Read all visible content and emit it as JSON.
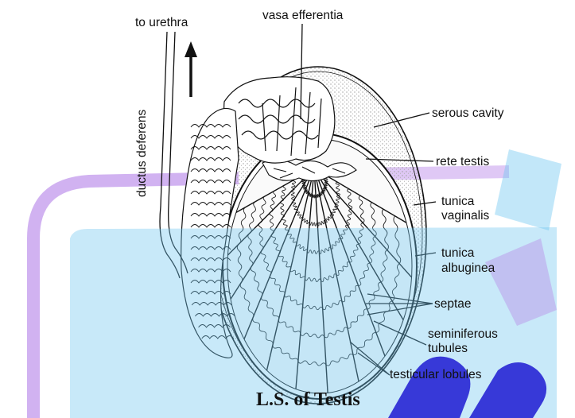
{
  "labels": {
    "to_urethra": "to urethra",
    "vasa_efferentia": "vasa efferentia",
    "ductus_deferens": "ductus deferens",
    "serous_cavity": "serous cavity",
    "rete_testis": "rete testis",
    "tunica_vaginalis": [
      "tunica",
      "vaginalis"
    ],
    "tunica_albuginea": [
      "tunica",
      "albuginea"
    ],
    "septae": "septae",
    "seminiferous_tubules": [
      "seminiferous",
      "tubules"
    ],
    "testicular_lobules": "testicular lobules"
  },
  "caption": "L.S. of Testis",
  "colors": {
    "ink": "#111111",
    "background": "#ffffff",
    "watermark_blue": "#6ec6f0",
    "watermark_purple": "#b98ee6",
    "watermark_letter": "#2f2fd6",
    "stipple": "#bdbdbd"
  }
}
